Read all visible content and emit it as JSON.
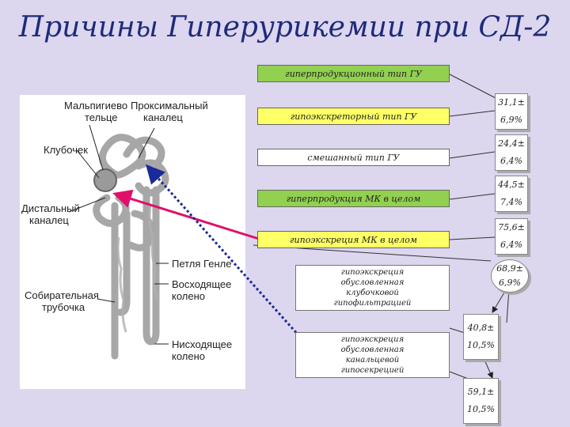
{
  "title": "Причины Гиперурикемии при СД-2",
  "anatomy": {
    "malpighian_1": "Мальпигиево",
    "malpighian_2": "тельце",
    "proximal_1": "Проксимальный",
    "proximal_2": "каналец",
    "glomerulus": "Клубочек",
    "distal_1": "Дистальный",
    "distal_2": "каналец",
    "henle": "Петля Генле",
    "ascending": "Восходящее колено",
    "collecting_1": "Собирательная",
    "collecting_2": "трубочка",
    "descending": "Нисходящее колено"
  },
  "boxes": {
    "hyperproduction_type": "гиперпродукционный тип ГУ",
    "hypoexcretion_type": "гипоэкскреторный тип ГУ",
    "mixed_type": "смешанный тип ГУ",
    "hyperproduction_total": "гиперпродукция МК в целом",
    "hypoexcretion_total": "гипоэкскреция МК в целом",
    "glomerular": [
      "гипоэкскреция",
      "обусловленная",
      "клубочковой",
      "гипофильтрацией"
    ],
    "canalicular": [
      "гипоэкскреция",
      "обусловленная",
      "канальцевой",
      "гипосекрецией"
    ]
  },
  "stats": {
    "s1": [
      "31,1±",
      "6,9%"
    ],
    "s2": [
      "24,4±",
      "6,4%"
    ],
    "s3": [
      "44,5±",
      "7,4%"
    ],
    "s4": [
      "75,6±",
      "6,4%"
    ],
    "s5": [
      "68,9±",
      "6,9%"
    ],
    "s6": [
      "40,8±",
      "10,5%"
    ],
    "s7": [
      "59,1±",
      "10,5%"
    ]
  },
  "colors": {
    "background": "#dcd6ee",
    "title": "#1f2a7a",
    "green_box": "#92d050",
    "yellow_box": "#ffff66",
    "red_arrow": "#e0106a",
    "blue_arrow": "#1a2a9a"
  }
}
